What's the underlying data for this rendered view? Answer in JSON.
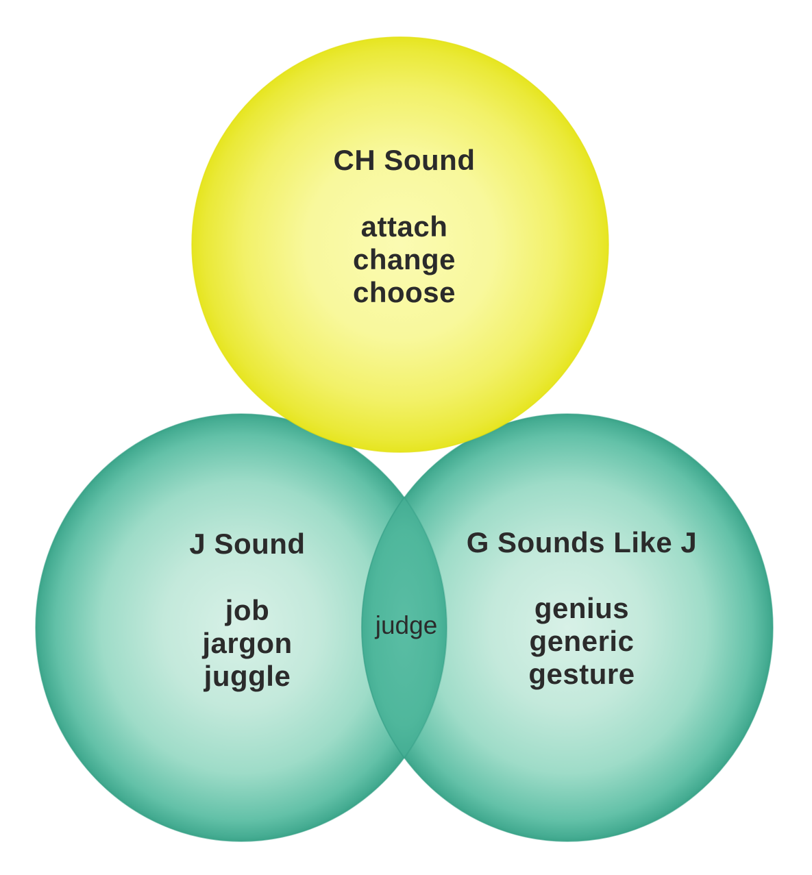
{
  "diagram": {
    "type": "venn-diagram",
    "background_color": "#ffffff",
    "text_color": "#2b2b2b",
    "circles": [
      {
        "id": "ch",
        "label": "CH Sound",
        "words": [
          "attach",
          "change",
          "choose"
        ],
        "color_center": "#fafab0",
        "color_edge": "#e7e62a"
      },
      {
        "id": "j",
        "label": "J Sound",
        "words": [
          "job",
          "jargon",
          "juggle"
        ],
        "color_center": "#d6f0e6",
        "color_edge": "#42aa90"
      },
      {
        "id": "g",
        "label": "G Sounds Like J",
        "words": [
          "genius",
          "generic",
          "gesture"
        ],
        "color_center": "#d6f0e6",
        "color_edge": "#42aa90"
      }
    ],
    "overlap": {
      "between": "J Sound and G Sounds Like J",
      "word": "judge",
      "color": "#4fb79c"
    }
  }
}
